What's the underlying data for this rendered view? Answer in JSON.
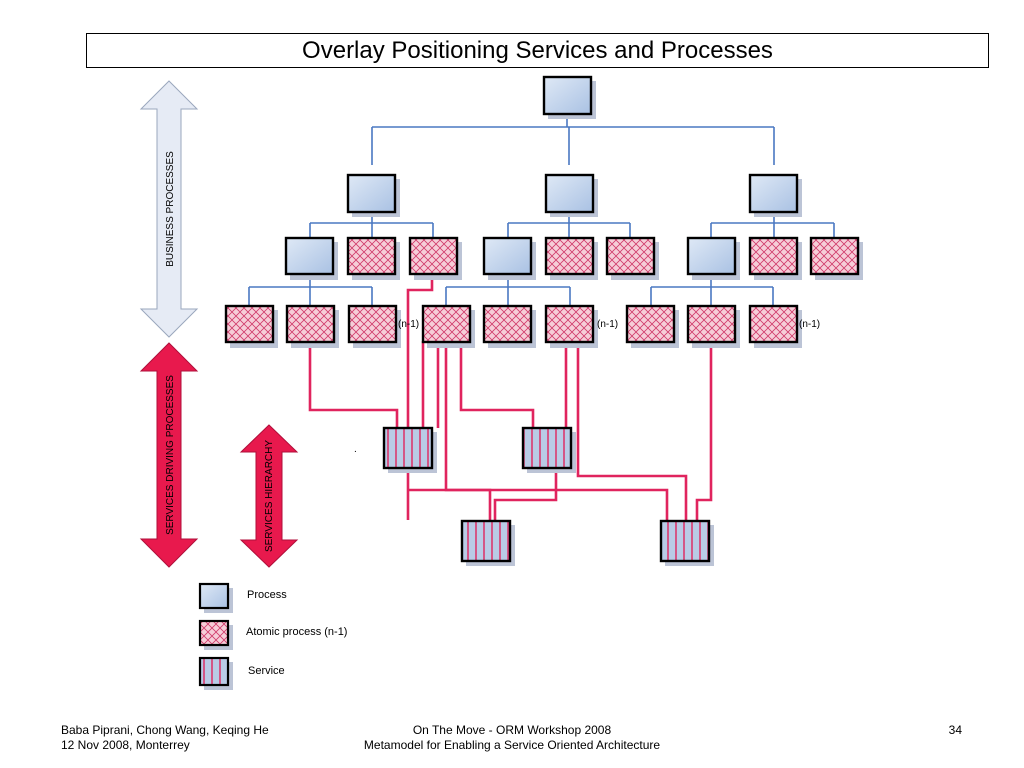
{
  "title": "Overlay Positioning Services and Processes",
  "arrows": {
    "business": "BUSINESS PROCESSES",
    "services_driving": "SERVICES DRIVING PROCESSES",
    "services_hierarchy": "SERVICES HIERARCHY"
  },
  "node_labels": {
    "n1a": "(n-1)",
    "n1b": "(n-1)",
    "n1c": "(n-1)",
    "dot": "."
  },
  "legend": {
    "process": "Process",
    "atomic": "Atomic process (n-1)",
    "service": "Service"
  },
  "colors": {
    "process_fill": "#c9d9ee",
    "atomic_fill": "#f4c7d3",
    "hatch": "#d03a6a",
    "blue_line": "#4a78c2",
    "red_line": "#e0245e",
    "arrow_grey": "#e6ebf5",
    "arrow_red": "#e8194d"
  },
  "footer": {
    "authors": "Baba Piprani, Chong Wang, Keqing He",
    "date_place": "12 Nov 2008, Monterrey",
    "event": "On The Move - ORM Workshop 2008",
    "subtitle": "Metamodel for Enabling a Service Oriented Architecture",
    "page": "34"
  }
}
